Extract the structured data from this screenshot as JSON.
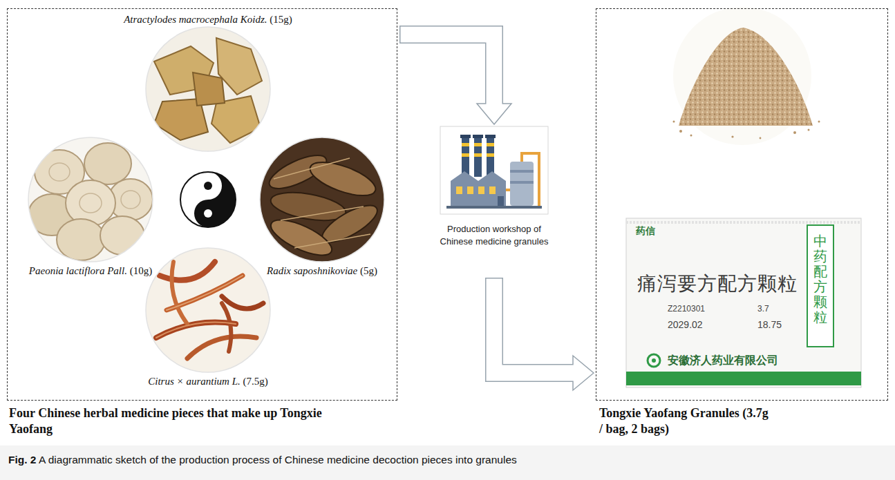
{
  "diagram": {
    "caption": "Fig. 2 A diagrammatic sketch of the production process of Chinese medicine decoction pieces into granules",
    "nodes": [
      {
        "text": [
          "Four Chinese herbal medicine pieces that make up Tongxie Yaofang"
        ]
      },
      {
        "text": [
          "Atractylodes macrocephala Koidz. (15g)"
        ],
        "in": 0
      },
      {
        "text": [
          "Paeonia lactiflora Pall. (10g)"
        ],
        "in": 0
      },
      {
        "text": [
          "Radix saposhnikoviae (5g)"
        ],
        "in": 0
      },
      {
        "text": [
          "Citrus × aurantium L. (7.5g)"
        ],
        "in": 0
      },
      {
        "text": [
          "Production workshop of Chinese medicine granules"
        ]
      },
      {
        "text": [
          "Tongxie Yaofang Granules (3.7g / bag, 2 bags)"
        ]
      },
      {
        "text": [
          "药信",
          "痛泻要方配方颗粒",
          "中药配方颗粒",
          "Z2210301",
          "2029.02",
          "3.7",
          "18.75",
          "安徽济人药业有限公司"
        ],
        "in": 6
      }
    ],
    "edges": [
      {
        "from": 0,
        "to": 5,
        "arrow": "to"
      },
      {
        "from": 5,
        "to": 6,
        "arrow": "to"
      }
    ]
  }
}
